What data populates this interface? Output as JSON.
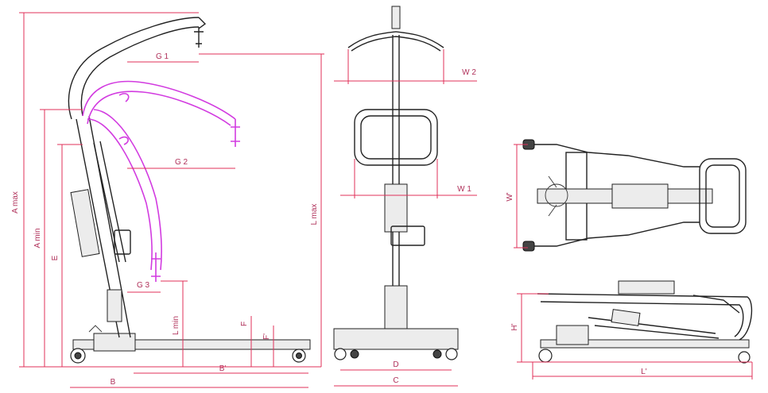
{
  "diagram": {
    "accent_color": "#e0305a",
    "alt_position_color": "#d23be0",
    "line_color": "#222222",
    "views": [
      "side-view",
      "front-view",
      "top-view",
      "folded-view"
    ],
    "labels": {
      "a_max": "A max",
      "a_min": "A min",
      "e": "E",
      "g1": "G 1",
      "g2": "G 2",
      "g3": "G 3",
      "l_max": "L max",
      "l_min": "L min",
      "f": "F",
      "f_prime": "F'",
      "b": "B",
      "b_prime": "B'",
      "w2": "W 2",
      "w1": "W 1",
      "d": "D",
      "c": "C",
      "w_prime": "W'",
      "h_prime": "H'",
      "l_prime": "L'"
    }
  }
}
